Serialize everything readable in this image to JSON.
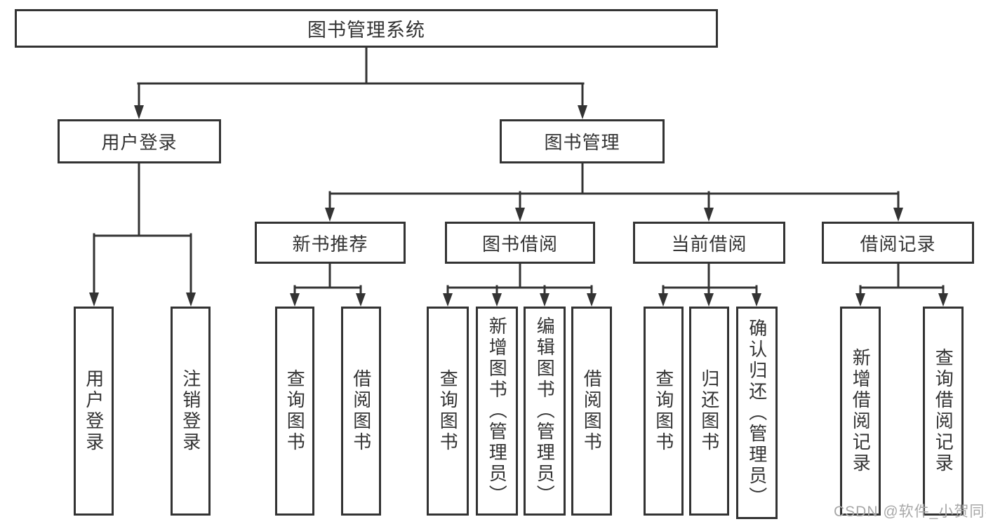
{
  "tree": {
    "root": "图书管理系统",
    "children": [
      {
        "label": "用户登录",
        "children": [
          "用户登录",
          "注销登录"
        ]
      },
      {
        "label": "图书管理",
        "children": [
          {
            "label": "新书推荐",
            "children": [
              "查询图书",
              "借阅图书"
            ]
          },
          {
            "label": "图书借阅",
            "children": [
              "查询图书",
              "新增图书（管理员）",
              "编辑图书（管理员）",
              "借阅图书"
            ]
          },
          {
            "label": "当前借阅",
            "children": [
              "查询图书",
              "归还图书",
              "确认归还（管理员）"
            ]
          },
          {
            "label": "借阅记录",
            "children": [
              "新增借阅记录",
              "查询借阅记录"
            ]
          }
        ]
      }
    ]
  },
  "watermark": {
    "text": "CSDN @软件_小贺同学",
    "color": "#a8a8a8"
  },
  "colors": {
    "line": "#333333",
    "box_border": "#333333",
    "text": "#333333",
    "background": "#ffffff"
  }
}
